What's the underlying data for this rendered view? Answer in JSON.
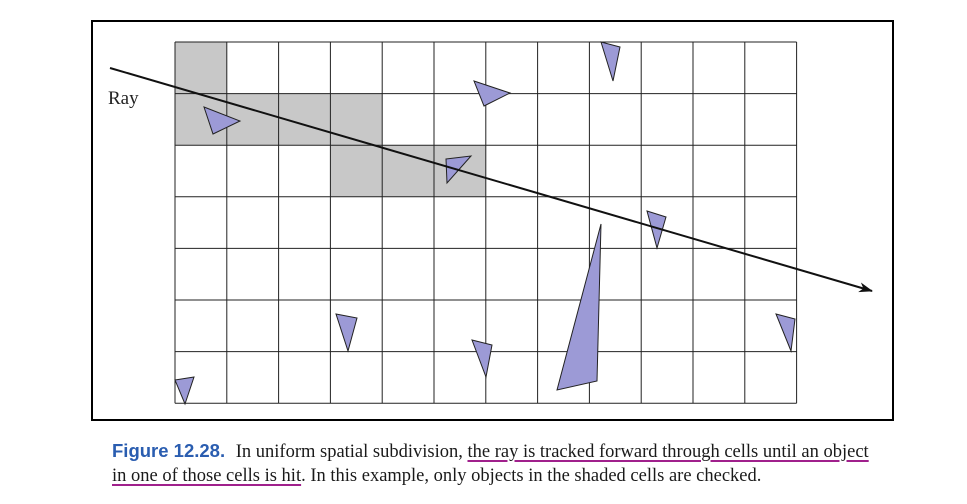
{
  "diagram": {
    "ray_label": "Ray",
    "grid": {
      "columns": 12,
      "rows": 7
    },
    "shaded_cells": [
      [
        0,
        0
      ],
      [
        0,
        1
      ],
      [
        1,
        1
      ],
      [
        2,
        1
      ],
      [
        3,
        1
      ],
      [
        3,
        2
      ],
      [
        4,
        2
      ],
      [
        5,
        2
      ]
    ],
    "colors": {
      "shaded_cell": "#c8c8c8",
      "object_fill": "#9c9ad6",
      "object_stroke": "#222222",
      "ray": "#111111"
    }
  },
  "caption": {
    "figure_label": "Figure 12.28.",
    "text_before": "In uniform spatial subdivision, ",
    "highlight_1": "the ray is tracked forward through cells until an object",
    "line_break_text": " ",
    "highlight_2": "in one of those cells is hit",
    "text_after": ". In this example, only objects in the shaded cells are checked."
  }
}
